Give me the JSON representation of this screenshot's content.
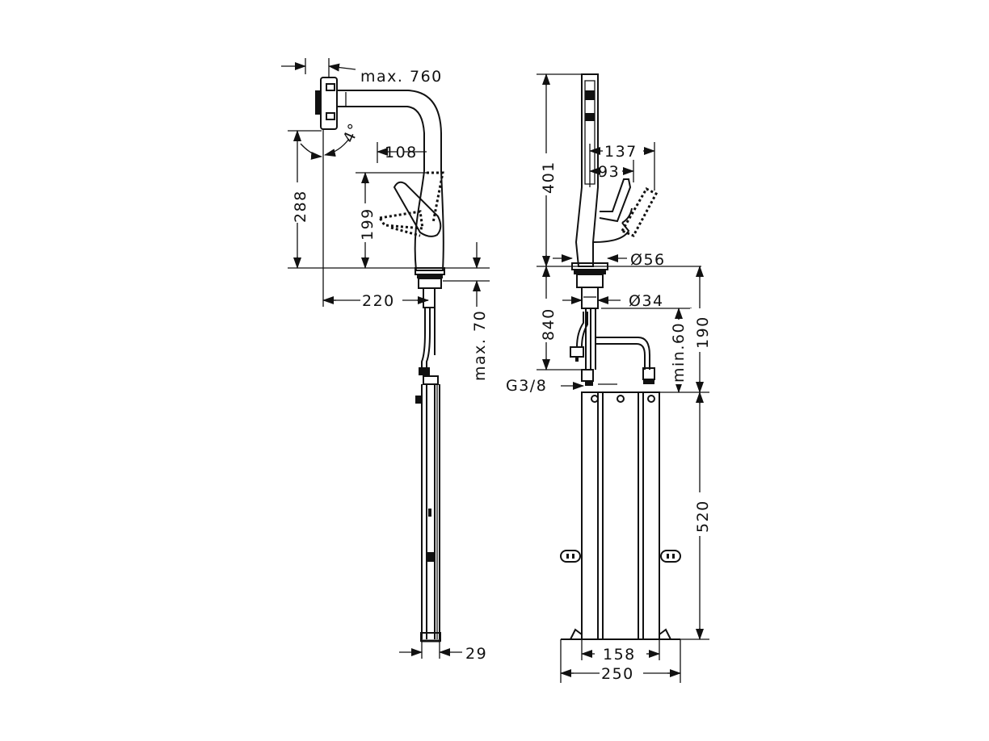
{
  "side_view": {
    "max_reach": "max. 760",
    "spray_angle": "4°",
    "spout_offset": "108",
    "spout_height": "288",
    "lever_height": "199",
    "projection": "220",
    "max_deck": "max. 70",
    "hose_weight": "29"
  },
  "front_view": {
    "total_height": "401",
    "lever_reach": "137",
    "lever_offset": "93",
    "base_diameter": "Ø56",
    "shank_diameter": "Ø34",
    "hose_length": "840",
    "thread": "G3/8",
    "min_clearance": "min.60",
    "clearance": "190",
    "cabinet_height": "520",
    "inner_width": "158",
    "outer_width": "250"
  }
}
